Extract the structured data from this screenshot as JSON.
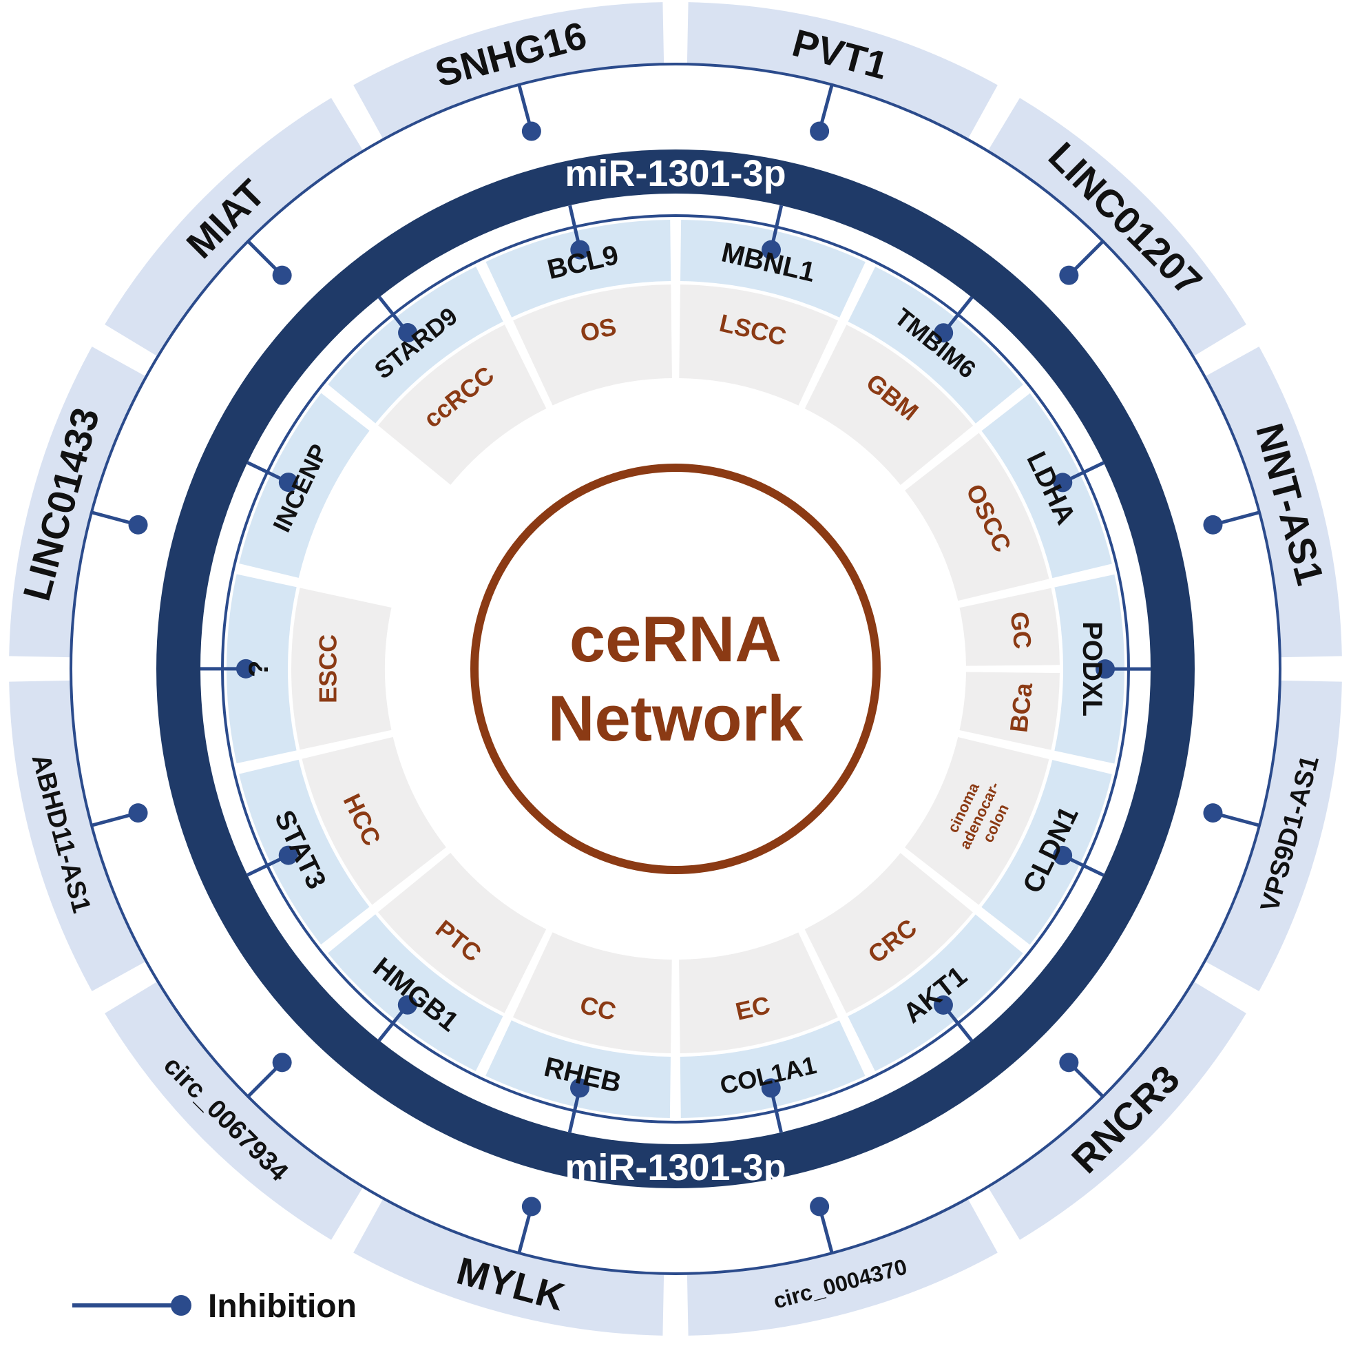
{
  "center": {
    "line1": "ceRNA",
    "line2": "Network"
  },
  "mirna": {
    "top_label": "miR-1301-3p",
    "bottom_label": "miR-1301-3p"
  },
  "legend": {
    "label": "Inhibition"
  },
  "colors": {
    "navy": "#1f3a68",
    "line_blue": "#2b4b8c",
    "outer_band": "#d9e2f2",
    "gene_band": "#d6e6f4",
    "cancer_band": "#efeeee",
    "brown": "#8b3a14",
    "text_dark": "#111111"
  },
  "outer_rnas": [
    {
      "name": "SNHG16",
      "size": "large"
    },
    {
      "name": "PVT1",
      "size": "large"
    },
    {
      "name": "LINC01207",
      "size": "large"
    },
    {
      "name": "NNT-AS1",
      "size": "large"
    },
    {
      "name": "VPS9D1-AS1",
      "size": "medium"
    },
    {
      "name": "RNCR3",
      "size": "large"
    },
    {
      "name": "circ_0004370",
      "size": "small"
    },
    {
      "name": "MYLK",
      "size": "large"
    },
    {
      "name": "circ_0067934",
      "size": "medium"
    },
    {
      "name": "ABHD11-AS1",
      "size": "medium"
    },
    {
      "name": "LINC01433",
      "size": "large"
    },
    {
      "name": "MIAT",
      "size": "large"
    }
  ],
  "genes": [
    {
      "name": "BCL9",
      "cancers": [
        "OS"
      ]
    },
    {
      "name": "MBNL1",
      "cancers": [
        "LSCC"
      ]
    },
    {
      "name": "TMBIM6",
      "cancers": [
        "GBM"
      ]
    },
    {
      "name": "LDHA",
      "cancers": [
        "OSCC"
      ]
    },
    {
      "name": "PODXL",
      "cancers": [
        "GC",
        "BCa"
      ]
    },
    {
      "name": "CLDN1",
      "cancers": [
        "colon adenocar- cinoma"
      ]
    },
    {
      "name": "AKT1",
      "cancers": [
        "CRC"
      ]
    },
    {
      "name": "COL1A1",
      "cancers": [
        "EC"
      ]
    },
    {
      "name": "RHEB",
      "cancers": [
        "CC"
      ]
    },
    {
      "name": "HMGB1",
      "cancers": [
        "PTC"
      ]
    },
    {
      "name": "STAT3",
      "cancers": [
        "HCC"
      ]
    },
    {
      "name": "?",
      "cancers": [
        "ESCC"
      ]
    },
    {
      "name": "INCENP",
      "cancers": []
    },
    {
      "name": "STARD9",
      "cancers": [
        "ccRCC"
      ]
    }
  ]
}
